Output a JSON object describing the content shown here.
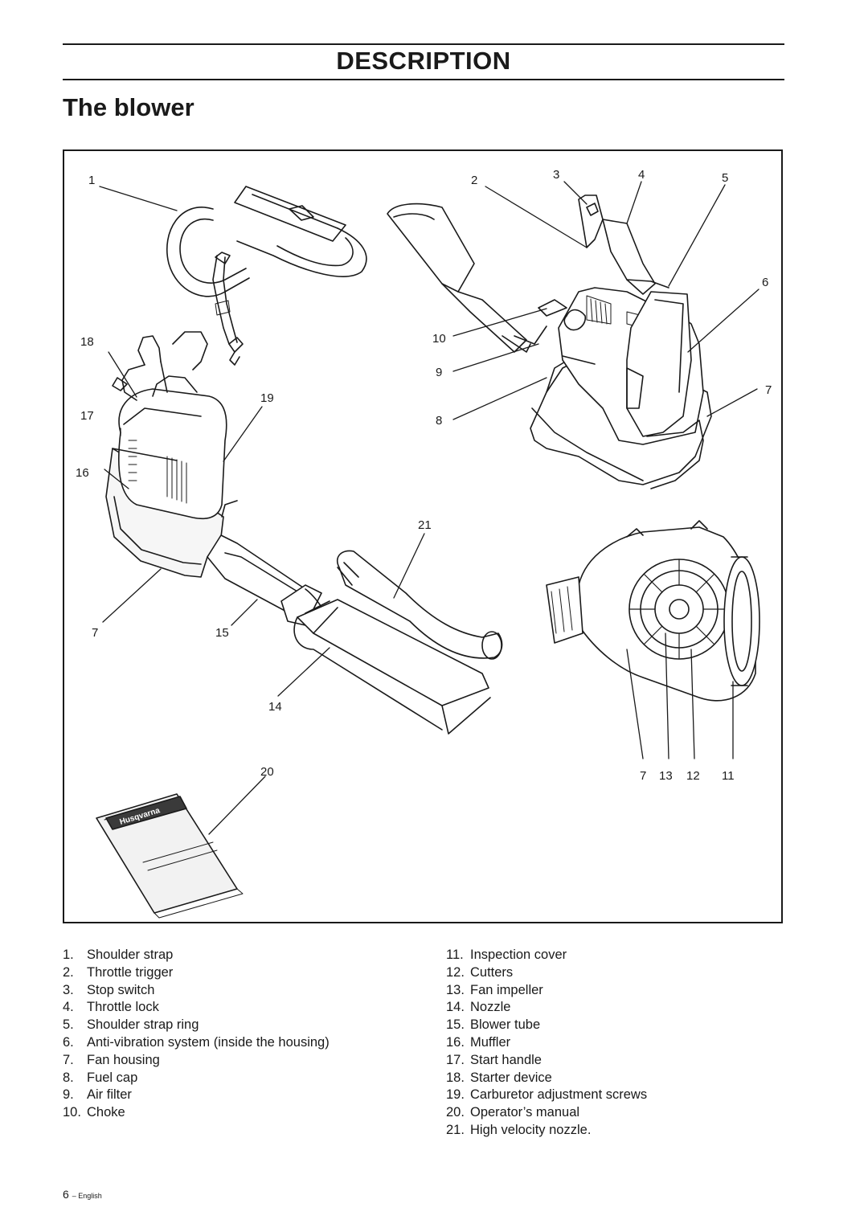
{
  "section_title": "DESCRIPTION",
  "page_title": "The blower",
  "figure": {
    "callouts": {
      "c1": "1",
      "c2": "2",
      "c3": "3",
      "c4": "4",
      "c5": "5",
      "c6": "6",
      "c7a": "7",
      "c7b": "7",
      "c7c": "7",
      "c8": "8",
      "c9": "9",
      "c10": "10",
      "c11": "11",
      "c12": "12",
      "c13": "13",
      "c14": "14",
      "c15": "15",
      "c16": "16",
      "c17": "17",
      "c18": "18",
      "c19": "19",
      "c20": "20",
      "c21": "21"
    },
    "manual_brand": "Husqvarna"
  },
  "legend_left": [
    {
      "num": "1.",
      "label": "Shoulder strap"
    },
    {
      "num": "2.",
      "label": "Throttle trigger"
    },
    {
      "num": "3.",
      "label": "Stop switch"
    },
    {
      "num": "4.",
      "label": "Throttle lock"
    },
    {
      "num": "5.",
      "label": "Shoulder strap ring"
    },
    {
      "num": "6.",
      "label": "Anti-vibration system (inside the housing)"
    },
    {
      "num": "7.",
      "label": "Fan housing"
    },
    {
      "num": "8.",
      "label": "Fuel cap"
    },
    {
      "num": "9.",
      "label": "Air filter"
    },
    {
      "num": "10.",
      "label": "Choke"
    }
  ],
  "legend_right": [
    {
      "num": "11.",
      "label": "Inspection cover"
    },
    {
      "num": "12.",
      "label": "Cutters"
    },
    {
      "num": "13.",
      "label": "Fan impeller"
    },
    {
      "num": "14.",
      "label": "Nozzle"
    },
    {
      "num": "15.",
      "label": "Blower tube"
    },
    {
      "num": "16.",
      "label": "Muffler"
    },
    {
      "num": "17.",
      "label": "Start handle"
    },
    {
      "num": "18.",
      "label": "Starter device"
    },
    {
      "num": "19.",
      "label": "Carburetor adjustment screws"
    },
    {
      "num": "20.",
      "label": "Operator’s manual"
    },
    {
      "num": "21.",
      "label": "High velocity nozzle."
    }
  ],
  "footer": {
    "page_number": "6",
    "language": "– English"
  }
}
